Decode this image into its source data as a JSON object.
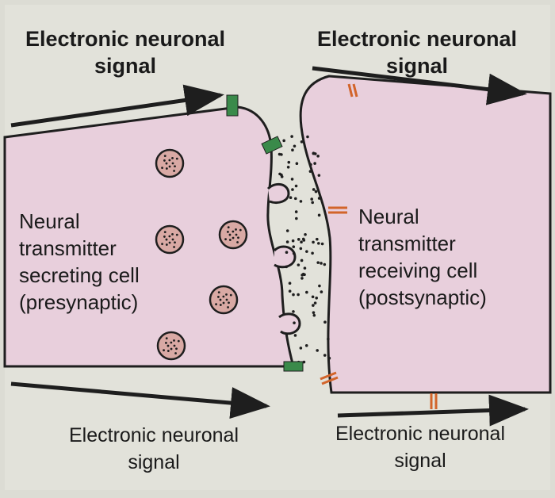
{
  "labels": {
    "top_left": "Electronic neuronal\nsignal",
    "top_right": "Electronic neuronal\nsignal",
    "bottom_left": "Electronic neuronal\nsignal",
    "bottom_right": "Electronic neuronal\nsignal",
    "presynaptic": "Neural\ntransmitter\nsecreting cell\n(presynaptic)",
    "postsynaptic": "Neural\ntransmitter\nreceiving cell\n(postsynaptic)"
  },
  "colors": {
    "background": "#dcdcd4",
    "cell_fill": "#e8cfdc",
    "cell_outline": "#1e1e1e",
    "arrow": "#1e1e1e",
    "receptor_green": "#3a8a4a",
    "channel_orange": "#d2642a",
    "vesicle_fill": "#d9a9a4",
    "cleft_dots": "#1e1e1e"
  },
  "icons": [
    "vesicle-icon",
    "receptor-icon",
    "ion-channel-icon",
    "arrow-icon"
  ]
}
